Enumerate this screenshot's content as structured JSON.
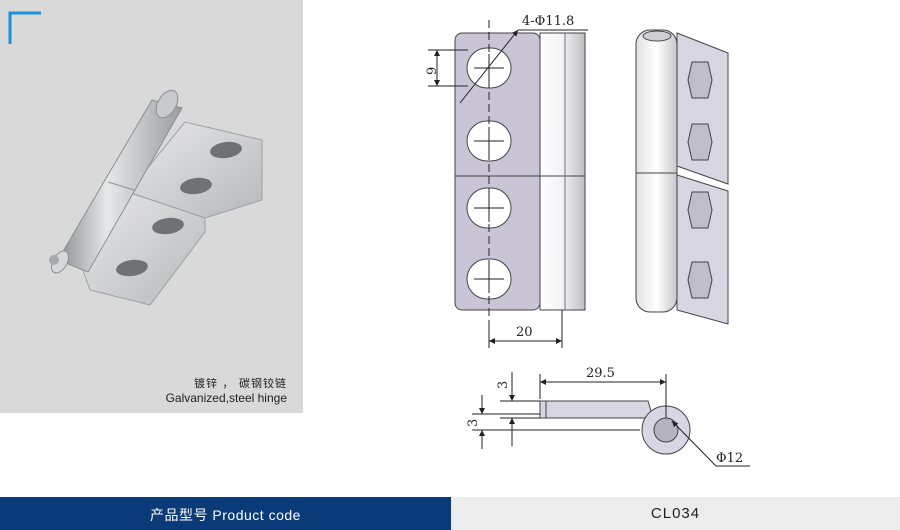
{
  "caption": {
    "chinese": "镀锌 ， 碳钢铰链",
    "english": "Galvanized,steel hinge"
  },
  "dimensions": {
    "hole_label": "4-Φ11.8",
    "height_9": "9",
    "width_20": "20",
    "length_29_5": "29.5",
    "top_3": "3",
    "side_3": "3",
    "diameter_12": "Φ12"
  },
  "footer": {
    "label": "产品型号  Product code",
    "code": "CL034"
  },
  "colors": {
    "footer_blue": "#0a3a78",
    "corner_mark": "#1e90d6",
    "photo_background": "#d9d9d9"
  }
}
